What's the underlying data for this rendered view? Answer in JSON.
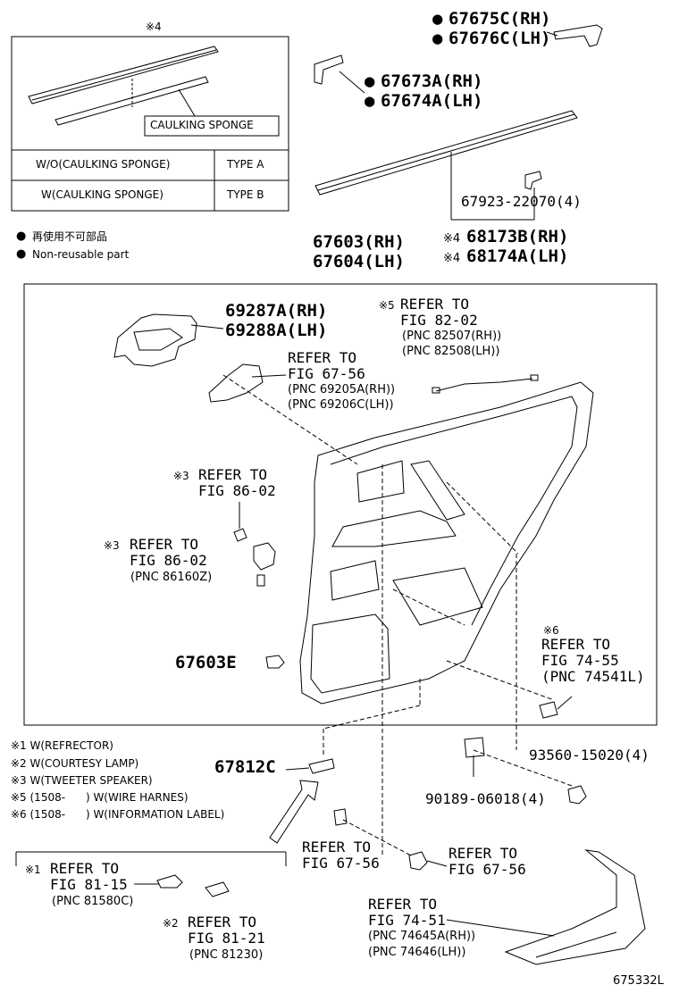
{
  "inset": {
    "mark": "※4",
    "caulking_label": "CAULKING SPONGE",
    "rows": [
      {
        "desc": "W/O(CAULKING SPONGE)",
        "type": "TYPE A"
      },
      {
        "desc": "W(CAULKING SPONGE)",
        "type": "TYPE B"
      }
    ]
  },
  "legend": {
    "ja": "再使用不可部品",
    "en": "Non-reusable part"
  },
  "parts": {
    "p67675": "67675C(RH)",
    "p67676": "67676C(LH)",
    "p67673": "67673A(RH)",
    "p67674": "67674A(LH)",
    "p67923": "67923-22070(4)",
    "p68173": "68173B(RH)",
    "p68174": "68174A(LH)",
    "p67603": "67603(RH)",
    "p67604": "67604(LH)",
    "p69287": "69287A(RH)",
    "p69288": "69288A(LH)",
    "p67603e": "67603E",
    "p67812c": "67812C",
    "p93560": "93560-15020(4)",
    "p90189": "90189-06018(4)",
    "mark4": "※4",
    "dot": "●"
  },
  "refs": {
    "r1_title": "REFER TO",
    "r1_fig": "FIG 67-56",
    "r1_pnc1": "(PNC 69205A(RH))",
    "r1_pnc2": "(PNC 69206C(LH))",
    "r2_mark": "※5",
    "r2_title": "REFER TO",
    "r2_fig": "FIG 82-02",
    "r2_pnc1": "(PNC 82507(RH))",
    "r2_pnc2": "(PNC 82508(LH))",
    "r3_mark": "※3",
    "r3_title": "REFER TO",
    "r3_fig": "FIG 86-02",
    "r4_mark": "※3",
    "r4_title": "REFER TO",
    "r4_fig": "FIG 86-02",
    "r4_pnc": "(PNC 86160Z)",
    "r5_mark": "※6",
    "r5_title": "REFER TO",
    "r5_fig": "FIG 74-55",
    "r5_pnc": "(PNC 74541L)",
    "r6_title": "REFER TO",
    "r6_fig": "FIG 67-56",
    "r7_title": "REFER TO",
    "r7_fig": "FIG 67-56",
    "r8_mark": "※1",
    "r8_title": "REFER TO",
    "r8_fig": "FIG 81-15",
    "r8_pnc": "(PNC 81580C)",
    "r9_mark": "※2",
    "r9_title": "REFER TO",
    "r9_fig": "FIG 81-21",
    "r9_pnc": "(PNC 81230)",
    "r10_title": "REFER TO",
    "r10_fig": "FIG 74-51",
    "r10_pnc1": "(PNC 74645A(RH))",
    "r10_pnc2": "(PNC 74646(LH))"
  },
  "notes": [
    "※1 W(REFRECTOR)",
    "※2 W(COURTESY LAMP)",
    "※3 W(TWEETER SPEAKER)",
    "※5 (1508-      ) W(WIRE HARNES)",
    "※6 (1508-      ) W(INFORMATION LABEL)"
  ],
  "figure_id": "675332L"
}
